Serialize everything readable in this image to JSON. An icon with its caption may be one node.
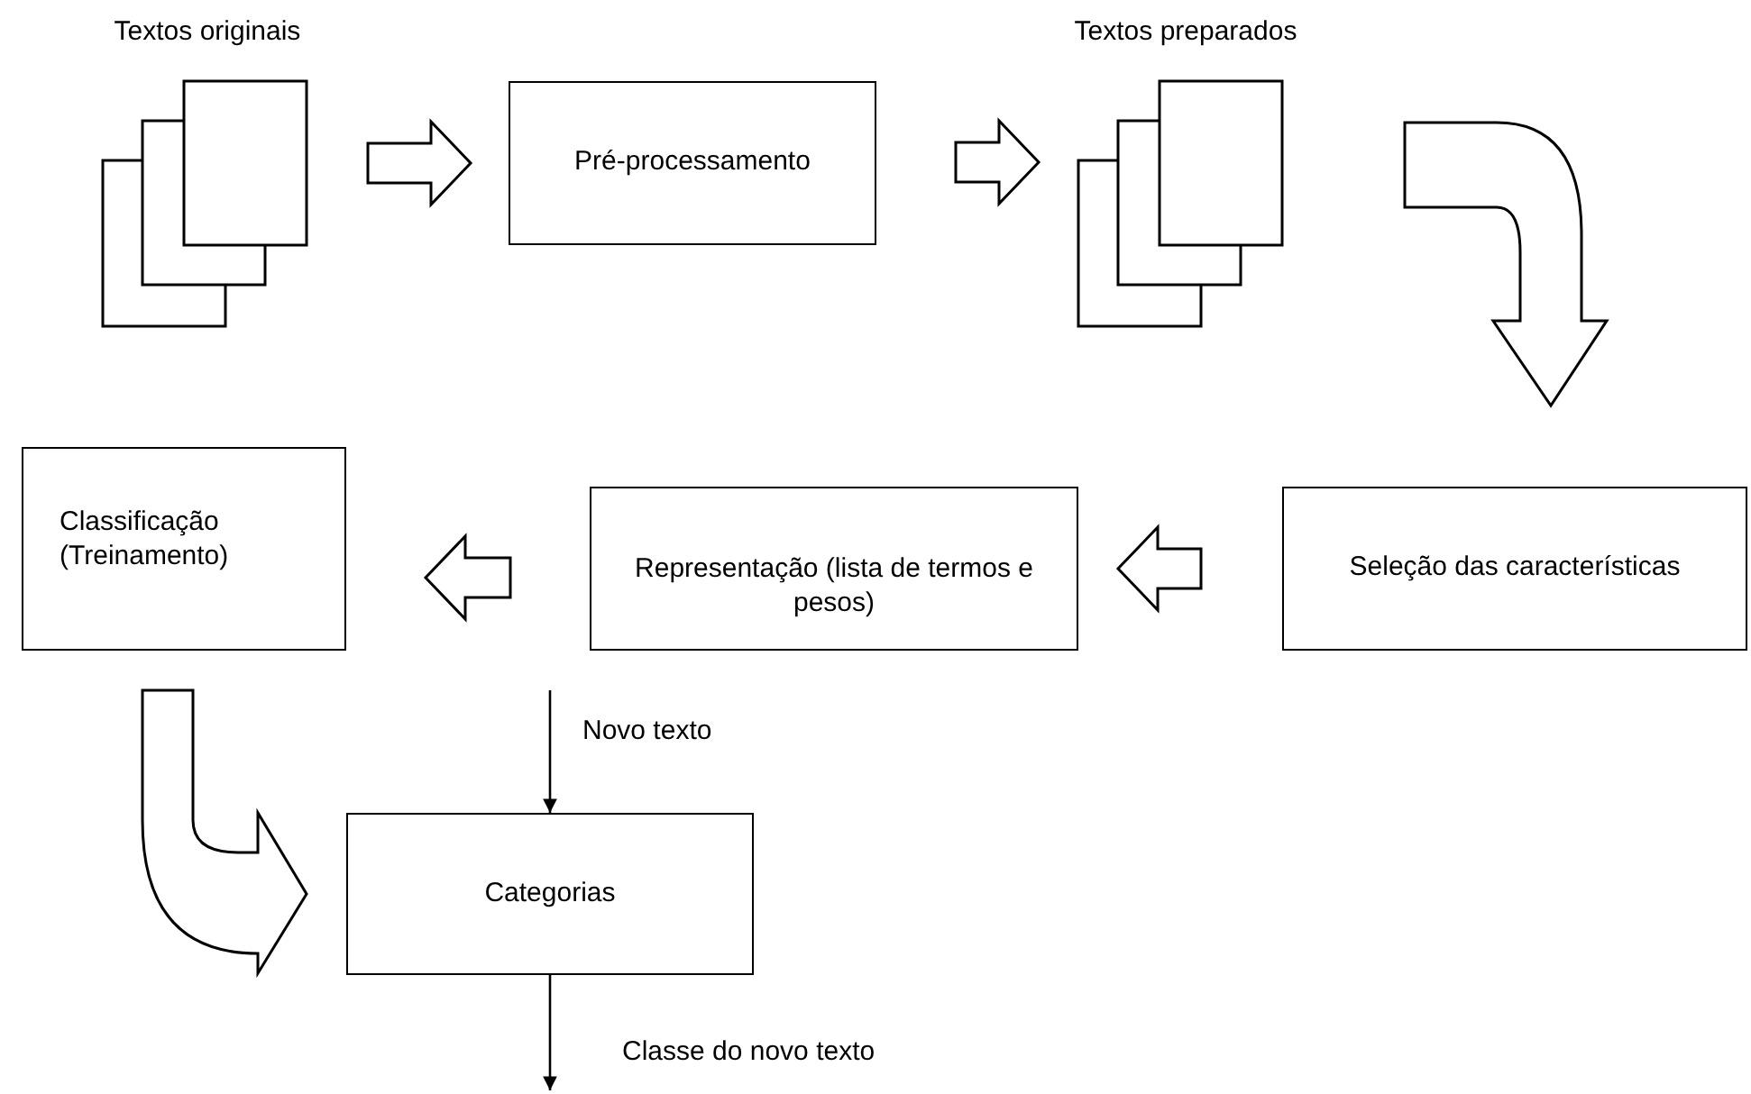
{
  "diagram": {
    "nodes": [
      {
        "text": [
          "Textos originais"
        ]
      },
      {
        "text": [
          "Pré-processamento"
        ]
      },
      {
        "text": [
          "Textos preparados"
        ]
      },
      {
        "text": [
          "Seleção das características"
        ]
      },
      {
        "text": [
          "Representação (lista de termos e pesos)"
        ]
      },
      {
        "text": [
          "Classificação (Treinamento)"
        ]
      },
      {
        "text": [
          "Categorias"
        ]
      }
    ],
    "edges": [
      {
        "from": 0,
        "to": 1,
        "arrow": "to",
        "style": "thick"
      },
      {
        "from": 1,
        "to": 2,
        "arrow": "to",
        "style": "thick"
      },
      {
        "from": 2,
        "to": 3,
        "arrow": "to",
        "style": "thick"
      },
      {
        "from": 3,
        "to": 4,
        "arrow": "to",
        "style": "thick"
      },
      {
        "from": 4,
        "to": 5,
        "arrow": "to",
        "style": "thick"
      },
      {
        "from": 5,
        "to": 6,
        "arrow": "to",
        "style": "thick"
      },
      {
        "from": null,
        "to": 6,
        "arrow": "to",
        "label": "Novo texto"
      },
      {
        "from": 6,
        "to": null,
        "arrow": "to",
        "label": "Classe do novo texto"
      }
    ]
  }
}
